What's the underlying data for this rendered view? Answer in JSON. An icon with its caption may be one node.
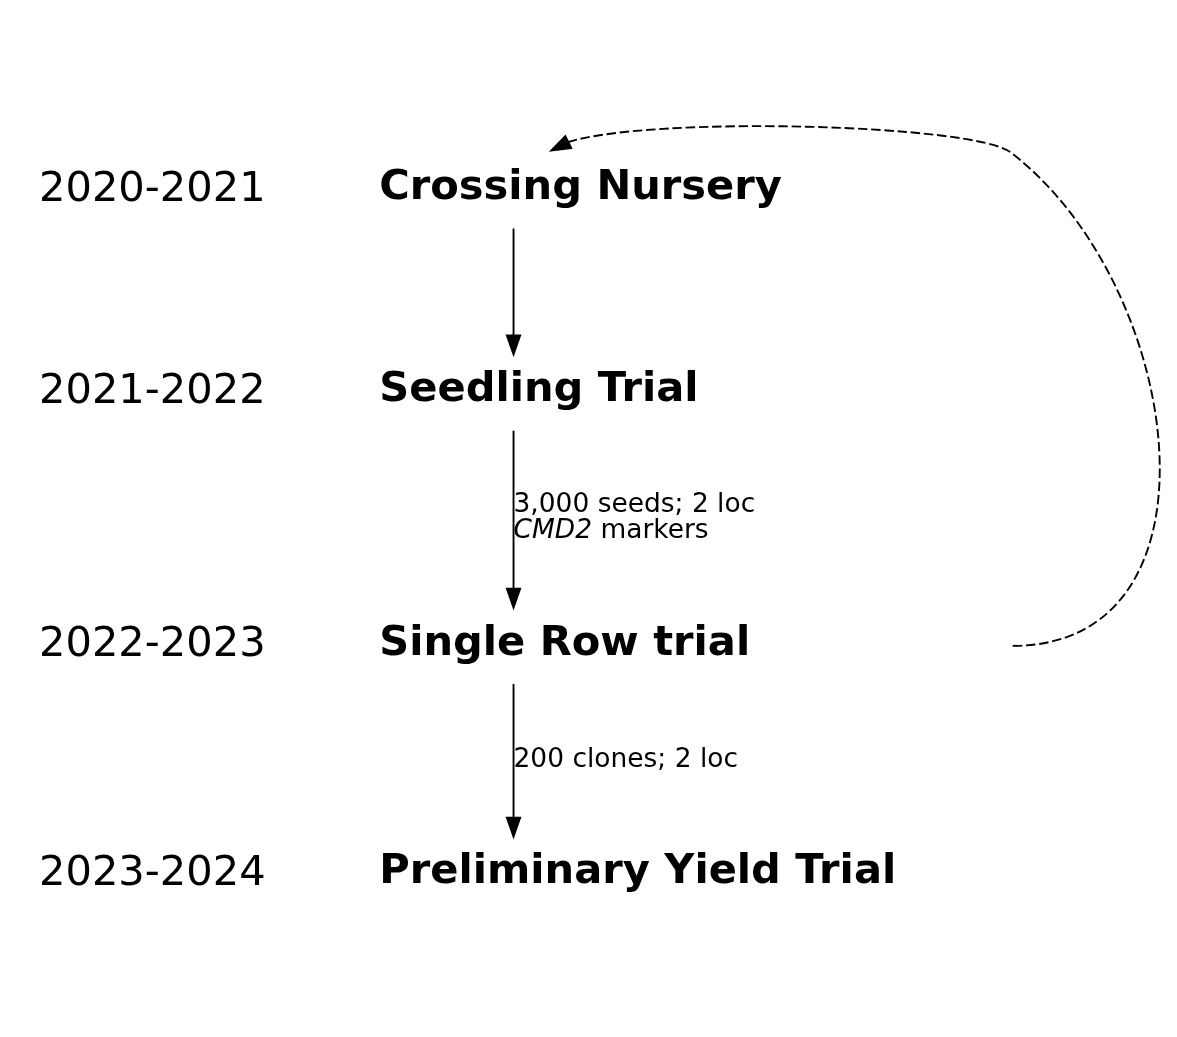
{
  "diagram": {
    "nodes": [
      {
        "text": [
          "Crossing Nursery"
        ],
        "beside": [
          "2020-2021"
        ]
      },
      {
        "text": [
          "Seedling Trial"
        ],
        "beside": [
          "2021-2022"
        ]
      },
      {
        "text": [
          "Single Row trial"
        ],
        "beside": [
          "2022-2023"
        ]
      },
      {
        "text": [
          "Preliminary Yield Trial"
        ],
        "beside": [
          "2023-2024"
        ]
      }
    ],
    "edges": [
      {
        "from": 0,
        "to": 1,
        "arrow": "to"
      },
      {
        "from": 1,
        "to": 2,
        "arrow": "to",
        "label": "3,000 seeds; 2 loc *CMD2* markers"
      },
      {
        "from": 2,
        "to": 3,
        "arrow": "to",
        "label": "200 clones; 2 loc"
      },
      {
        "from": 2,
        "to": 0,
        "arrow": "to",
        "style": "dashed"
      }
    ]
  }
}
